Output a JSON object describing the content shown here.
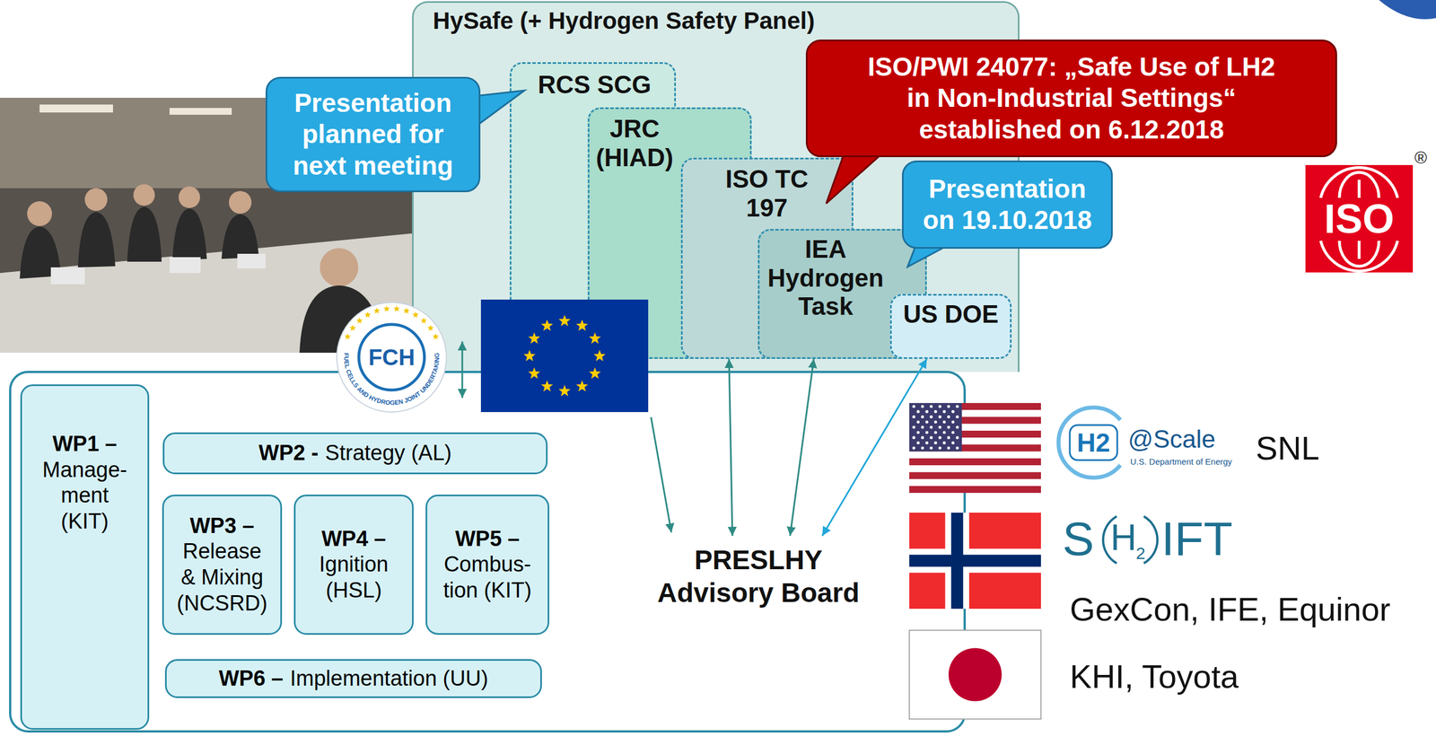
{
  "diagram": {
    "nodes": [
      {
        "text": [
          "HySafe (+ Hydrogen Safety Panel)"
        ]
      },
      {
        "text": [
          "RCS SCG"
        ],
        "in": 0
      },
      {
        "text": [
          "JRC (HIAD)"
        ],
        "in": 0
      },
      {
        "text": [
          "ISO TC 197"
        ],
        "in": 0
      },
      {
        "text": [
          "IEA Hydrogen Task"
        ],
        "in": 0
      },
      {
        "text": [
          "US DOE"
        ],
        "in": 0
      },
      {
        "text": [
          "Presentation planned for next meeting"
        ]
      },
      {
        "text": [
          "ISO/PWI 24077: „Safe Use of LH2 in Non-Industrial Settings“ established on 6.12.2018"
        ]
      },
      {
        "text": [
          "Presentation on 19.10.2018"
        ]
      },
      {
        "text": [
          "WP1 –",
          "Manage- ment (KIT)"
        ]
      },
      {
        "text": [
          "WP2 -",
          "Strategy (AL)"
        ]
      },
      {
        "text": [
          "WP3 –",
          "Release & Mixing (NCSRD)"
        ]
      },
      {
        "text": [
          "WP4 –",
          "Ignition (HSL)"
        ]
      },
      {
        "text": [
          "WP5 –",
          "Combus- tion (KIT)"
        ]
      },
      {
        "text": [
          "WP6 –",
          "Implementation (UU)"
        ]
      },
      {
        "text": [
          "PRESLHY Advisory Board"
        ]
      }
    ],
    "edges": [
      {
        "from": 15,
        "to": 3,
        "arrow": "both"
      },
      {
        "from": 15,
        "to": 4,
        "arrow": "both"
      },
      {
        "from": 15,
        "to": 5,
        "arrow": "both"
      }
    ],
    "labels": [
      "FCH",
      "FUEL CELLS AND HYDROGEN JOINT UNDERTAKING",
      "ISO",
      "®",
      "H2",
      "@Scale",
      "U.S. Department of Energy",
      "SNL",
      "S",
      "H",
      "2",
      "IFT",
      "GexCon, IFE, Equinor",
      "KHI, Toyota"
    ]
  }
}
